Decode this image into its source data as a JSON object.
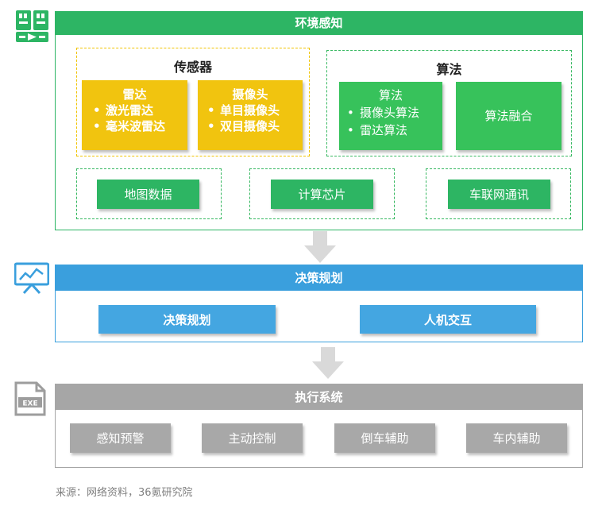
{
  "perception": {
    "title": "环境感知",
    "sensor_group": {
      "title": "传感器",
      "radar": {
        "title": "雷达",
        "items": [
          "激光雷达",
          "毫米波雷达"
        ]
      },
      "camera": {
        "title": "摄像头",
        "items": [
          "单目摄像头",
          "双目摄像头"
        ]
      }
    },
    "algorithm_group": {
      "title": "算法",
      "algo": {
        "title": "算法",
        "items": [
          "摄像头算法",
          "雷达算法"
        ]
      },
      "fusion": "算法融合"
    },
    "map_data": "地图数据",
    "computing_chip": "计算芯片",
    "v2x": "车联网通讯"
  },
  "planning": {
    "title": "决策规划",
    "items": [
      "决策规划",
      "人机交互"
    ]
  },
  "execution": {
    "title": "执行系统",
    "items": [
      "感知预警",
      "主动控制",
      "倒车辅助",
      "车内辅助"
    ]
  },
  "icons": {
    "perception": "server-network-icon",
    "planning": "presentation-chart-icon",
    "execution": "exe-file-icon"
  },
  "colors": {
    "green": "#2db564",
    "yellow": "#f1c40f",
    "blue": "#3a9fdd",
    "gray": "#a6a6a6"
  },
  "source": "来源：网络资料，36氪研究院"
}
